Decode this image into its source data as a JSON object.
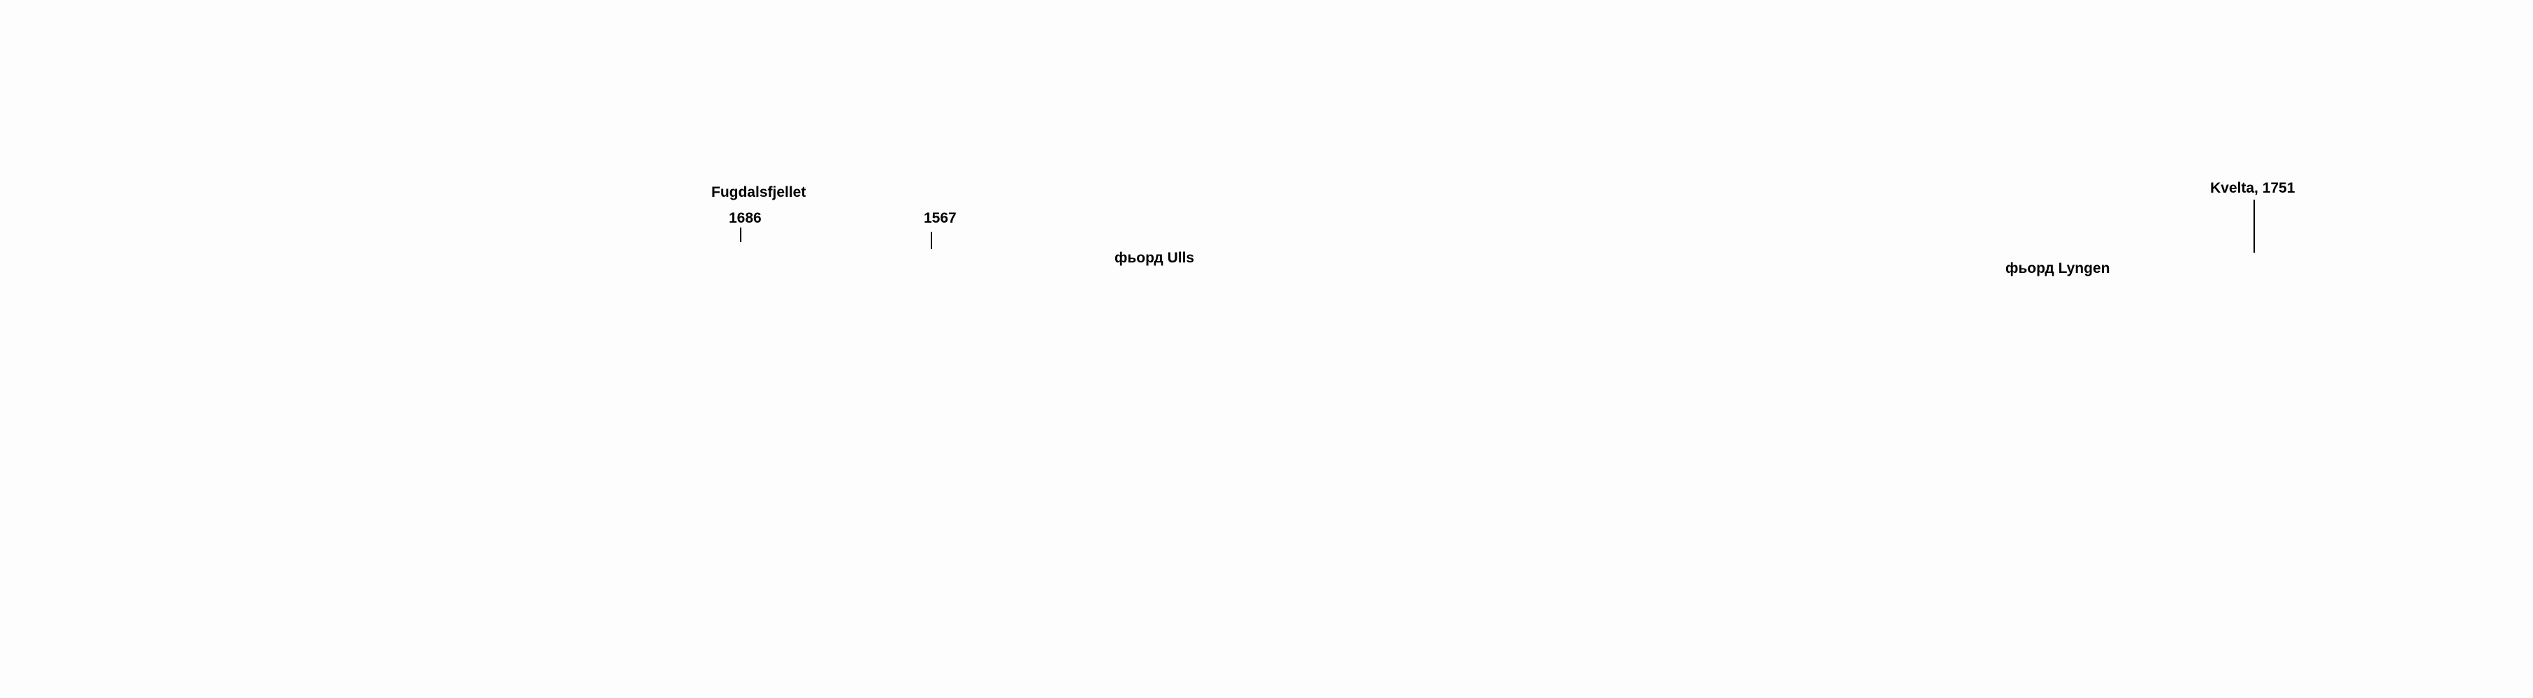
{
  "map": {
    "labels": {
      "fugdalsfjellet": "Fugdalsfjellet",
      "peak_1686": "1686",
      "peak_1567": "1567",
      "fjord_ulls": "фьорд Ulls",
      "kvelta": "Kvelta, 1751",
      "fjord_lyngen": "фьорд Lyngen"
    }
  }
}
